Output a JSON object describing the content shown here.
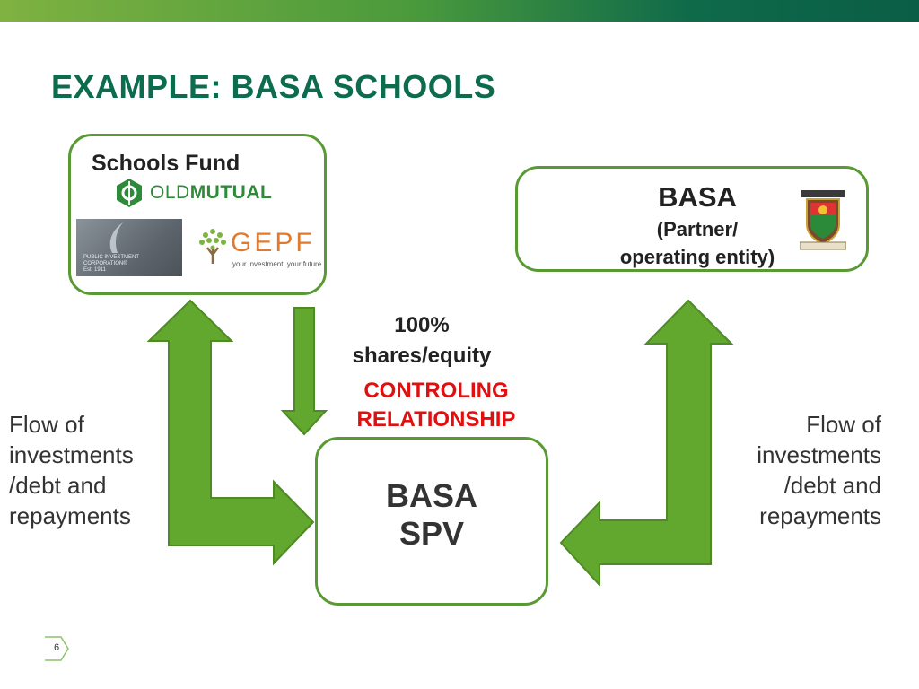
{
  "slide": {
    "title": "EXAMPLE: BASA SCHOOLS",
    "page_number": "6"
  },
  "schools_fund": {
    "label": "Schools Fund",
    "logos": {
      "old_mutual": {
        "text_light": "OLD",
        "text_bold": "MUTUAL"
      },
      "pic": {
        "line1": "PUBLIC INVESTMENT",
        "line2": "CORPORATION®",
        "line3": "Est. 1911"
      },
      "gepf": {
        "text": "GEPF",
        "tagline": "your investment. your future"
      }
    }
  },
  "basa": {
    "title": "BASA",
    "subtitle_line1": "(Partner/",
    "subtitle_line2": "operating entity)"
  },
  "spv": {
    "line1": "BASA",
    "line2": "SPV"
  },
  "relationship": {
    "shares_line1": "100%",
    "shares_line2": "shares/equity",
    "control_line1": "CONTROLING",
    "control_line2": "RELATIONSHIP"
  },
  "flows": {
    "left": [
      "Flow of",
      "investments",
      "/debt and",
      "repayments"
    ],
    "right": [
      "Flow of",
      "investments",
      "/debt and",
      "repayments"
    ]
  },
  "colors": {
    "box_border": "#5a9a35",
    "arrow_fill": "#62a72e",
    "arrow_stroke": "#4e8a25",
    "title": "#0d6b4e",
    "control_text": "#e01010"
  }
}
